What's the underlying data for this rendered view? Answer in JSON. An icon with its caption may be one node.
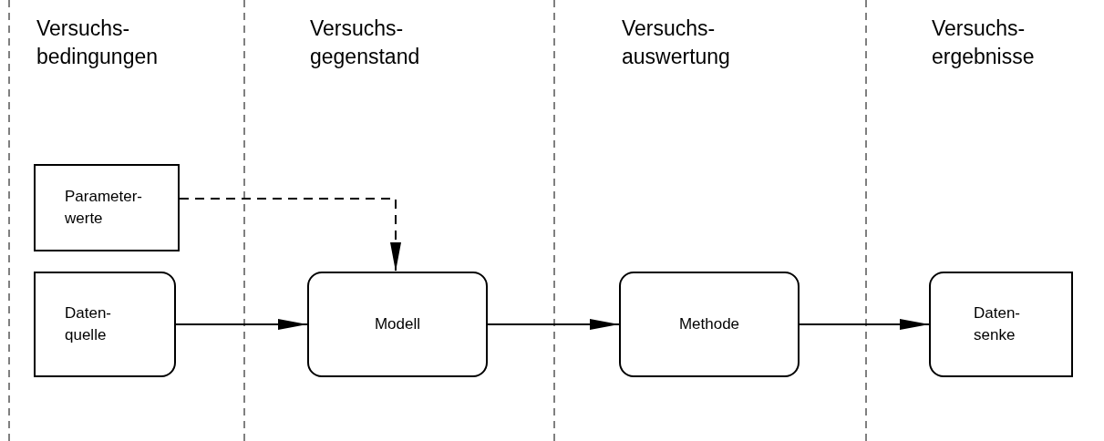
{
  "diagram": {
    "nodes": [
      {
        "text": [
          "Parameter- werte"
        ]
      },
      {
        "text": [
          "Daten- quelle"
        ]
      },
      {
        "text": [
          "Modell"
        ]
      },
      {
        "text": [
          "Methode"
        ]
      },
      {
        "text": [
          "Daten- senke"
        ]
      }
    ],
    "edges": [
      {
        "from": 0,
        "to": 2,
        "arrow": "to",
        "style": "dashed"
      },
      {
        "from": 1,
        "to": 2,
        "arrow": "to"
      },
      {
        "from": 2,
        "to": 3,
        "arrow": "to"
      },
      {
        "from": 3,
        "to": 4,
        "arrow": "to"
      }
    ],
    "labels": [
      "Versuchs- bedingungen",
      "Versuchs- gegenstand",
      "Versuchs- auswertung",
      "Versuchs- ergebnisse"
    ]
  }
}
